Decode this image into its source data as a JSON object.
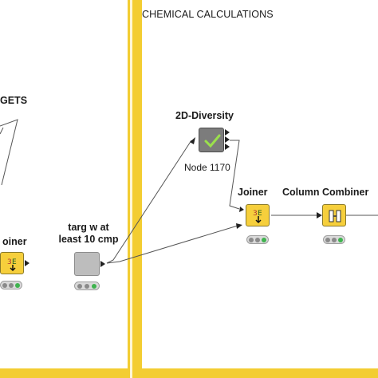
{
  "workflow": {
    "left_panel": {
      "heading_fragment": "GETS"
    },
    "right_panel": {
      "title": "CHEMICAL CALCULATIONS"
    },
    "nodes": {
      "joiner_left": {
        "label": "oiner"
      },
      "row_filter": {
        "label_line1": "targ w at",
        "label_line2": "least 10 cmp"
      },
      "diversity": {
        "label": "2D-Diversity",
        "sublabel": "Node 1170"
      },
      "joiner_right": {
        "label": "Joiner"
      },
      "column_combiner": {
        "label": "Column Combiner"
      }
    },
    "colors": {
      "panel_border": "#f3cd32",
      "node_yellow": "#f6cf3c",
      "node_gray": "#bdbdbd",
      "status_green": "#3fb34f"
    },
    "icons": {
      "joiner": "joiner-icon",
      "column_combiner": "column-combiner-icon",
      "diversity": "checkmark-icon"
    }
  }
}
